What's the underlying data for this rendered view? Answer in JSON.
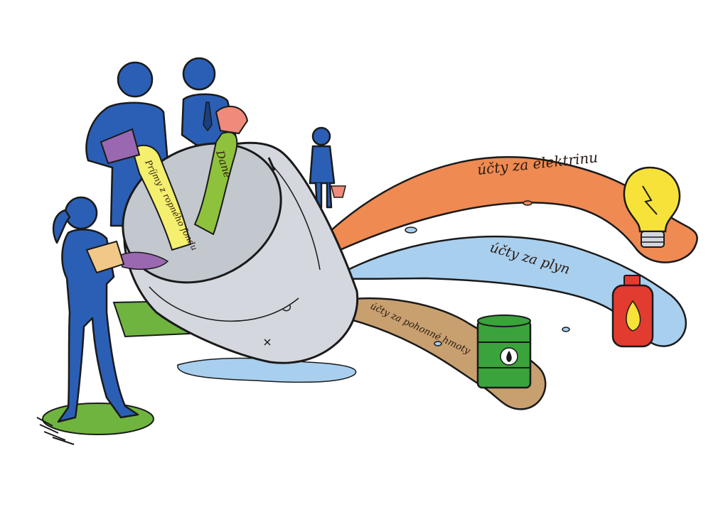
{
  "labels": {
    "income_stream": "Príjmy z ropného fondu",
    "taxes_stream": "Dane",
    "electricity_stream": "účty za elektrinu",
    "gas_stream": "účty za plyn",
    "fuel_stream": "účty za pohonné hmoty"
  },
  "colors": {
    "person_blue": "#2a5fb5",
    "bucket_gray": "#d4d8de",
    "electricity_orange": "#ef8a52",
    "gas_blue": "#a9cfee",
    "fuel_brown": "#c8a070",
    "ground_green": "#6fb43f",
    "income_yellow": "#f4ef6e",
    "taxes_green": "#8fc23c",
    "cup_purple": "#9a68b0",
    "cup_peach": "#f2c888",
    "cup_salmon": "#f08a7a",
    "bulb_yellow": "#f7e23a",
    "gas_can_red": "#e23b2f",
    "barrel_green": "#3aa33c"
  },
  "icons": {
    "bulb": "light-bulb-icon",
    "gas_can": "gas-cylinder-icon",
    "barrel": "oil-barrel-icon"
  }
}
